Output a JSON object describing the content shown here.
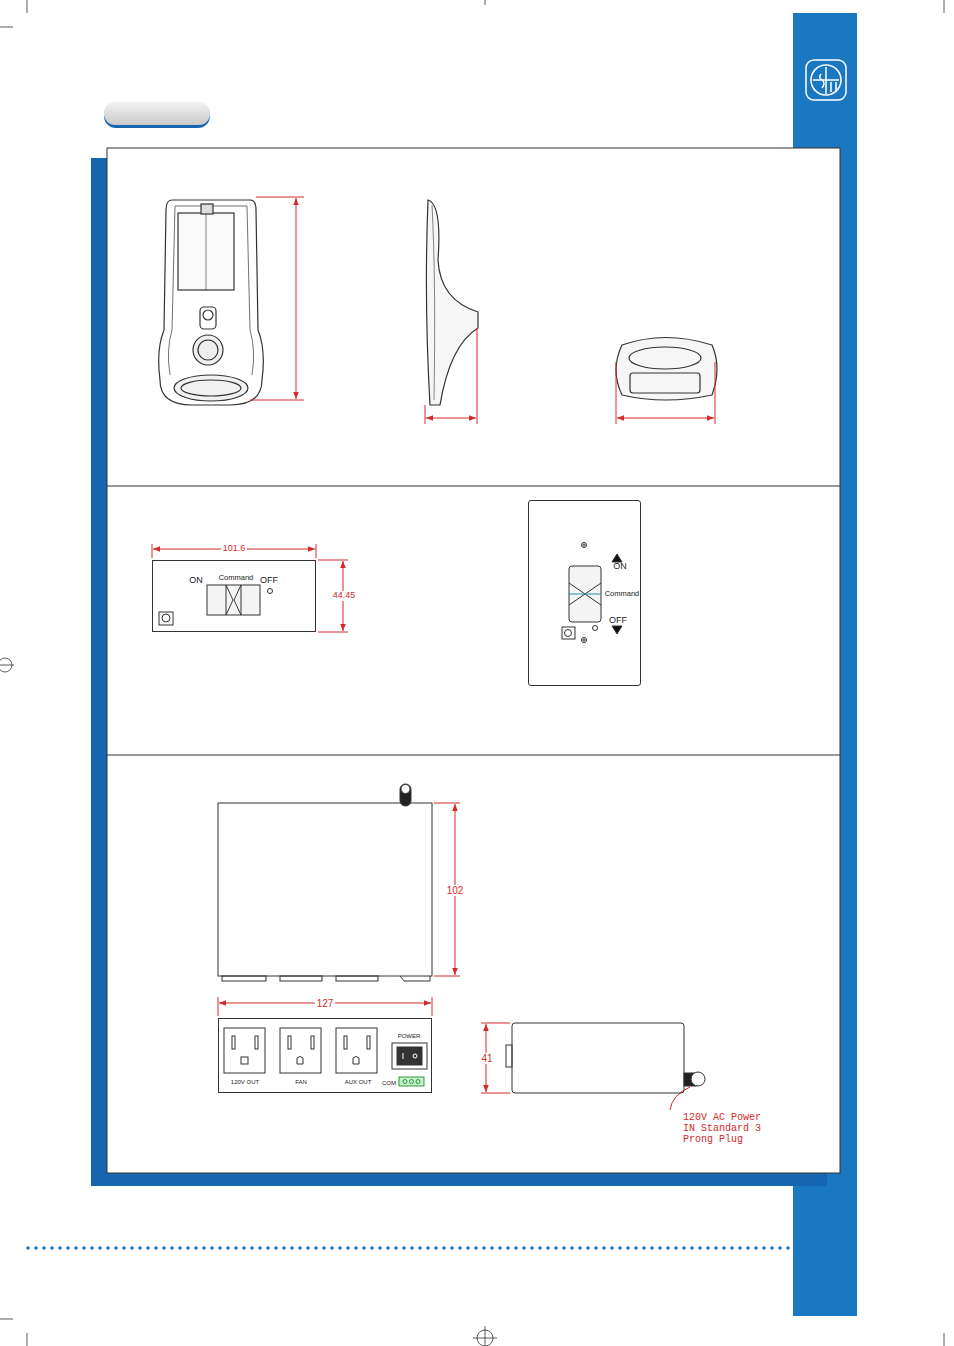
{
  "diagram": {
    "nodes": [
      {
        "text": [
          "ON",
          "Command",
          "OFF"
        ]
      },
      {
        "text": [
          "ON",
          "Command",
          "OFF"
        ]
      },
      {
        "text": [
          "120V OUT",
          "FAN",
          "AUX OUT",
          "POWER",
          "COM"
        ]
      }
    ],
    "labels": [
      "101.6",
      "44.45",
      "102",
      "127",
      "41",
      "120V AC Power IN Standard 3 Prong Plug"
    ]
  }
}
